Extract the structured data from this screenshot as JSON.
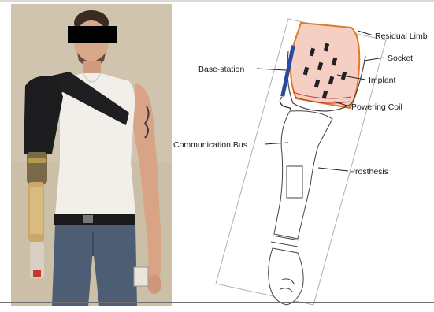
{
  "figure": {
    "photo": {
      "description_icon": "prosthesis-wearer-photo"
    },
    "diagram": {
      "labels": {
        "residual_limb": "Residual Limb",
        "socket": "Socket",
        "base_station": "Base-station",
        "implant": "Implant",
        "powering_coil": "Powering Coil",
        "communication_bus": "Communication Bus",
        "prosthesis": "Prosthesis"
      },
      "colors": {
        "residual_limb_fill": "#f6cfc4",
        "socket_outline": "#e07a2a",
        "base_station": "#2b4aa0",
        "implant": "#222222",
        "line": "#333333"
      }
    }
  }
}
